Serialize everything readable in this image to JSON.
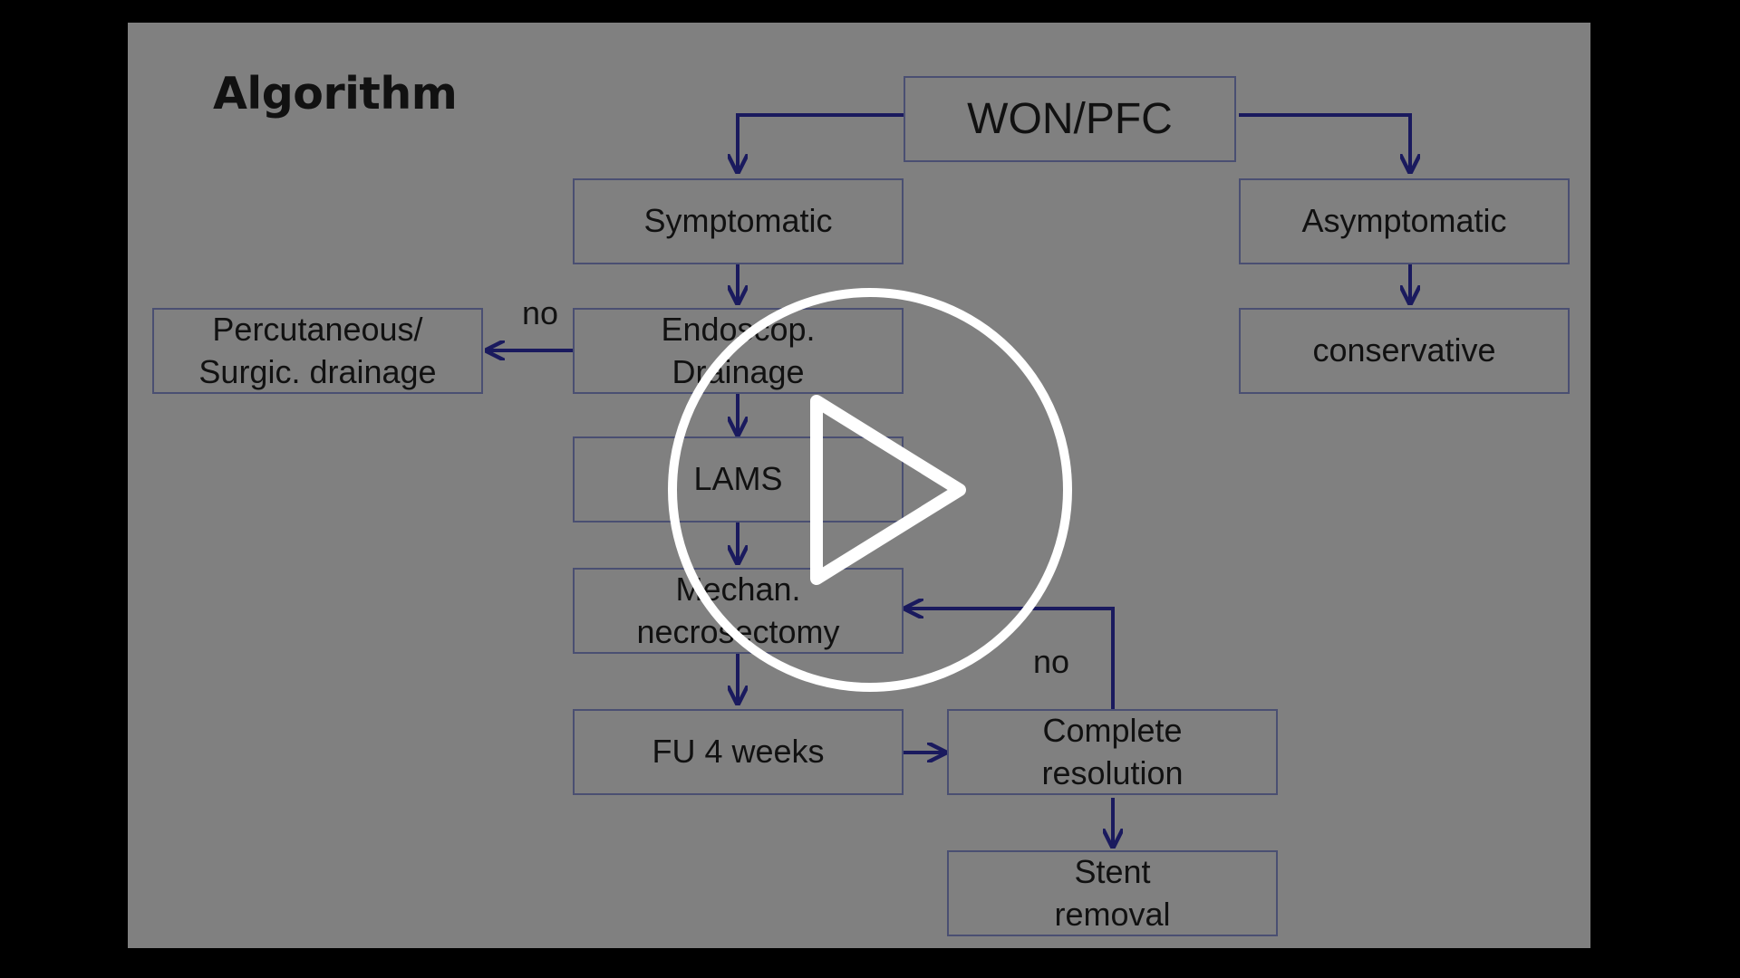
{
  "player": {
    "play_icon": "play-icon"
  },
  "slide": {
    "title": "Algorithm",
    "nodes": {
      "won_pfc": "WON/PFC",
      "symptomatic": "Symptomatic",
      "asymptomatic": "Asymptomatic",
      "endoscop_drainage": "Endoscop.\nDrainage",
      "percutaneous": "Percutaneous/\nSurgic. drainage",
      "conservative": "conservative",
      "lams": "LAMS",
      "mechan_necrosectomy": "Mechan.\nnecrosectomy",
      "fu_4_weeks": "FU 4 weeks",
      "complete_resolution": "Complete\nresolution",
      "stent_removal": "Stent\nremoval"
    },
    "edge_labels": {
      "no_left": "no",
      "no_loop": "no"
    }
  },
  "colors": {
    "arrow": "#1a1a5e",
    "slide_bg": "#808080",
    "frame": "#000000",
    "box_border": "#4a4f72"
  }
}
